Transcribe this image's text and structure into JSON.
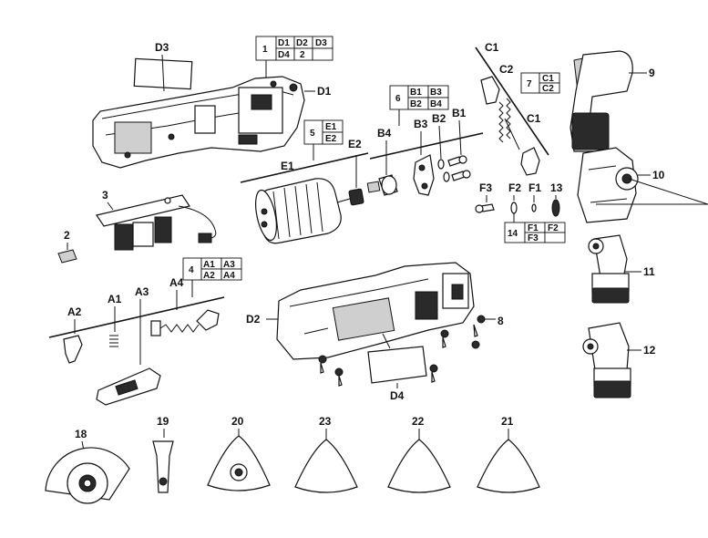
{
  "groups": {
    "d": {
      "label": "1",
      "cells": [
        [
          "D1",
          "D2",
          "D3"
        ],
        [
          "D4",
          "2",
          ""
        ]
      ]
    },
    "e": {
      "label": "5",
      "cells": [
        [
          "E1"
        ],
        [
          "E2"
        ]
      ]
    },
    "b": {
      "label": "6",
      "cells": [
        [
          "B1",
          "B3"
        ],
        [
          "B2",
          "B4"
        ]
      ]
    },
    "c": {
      "label": "7",
      "cells": [
        [
          "C1"
        ],
        [
          "C2"
        ]
      ]
    },
    "a": {
      "label": "4",
      "cells": [
        [
          "A1",
          "A3"
        ],
        [
          "A2",
          "A4"
        ]
      ]
    },
    "f": {
      "label": "14",
      "cells": [
        [
          "F1",
          "F2"
        ],
        [
          "F3",
          ""
        ]
      ]
    }
  },
  "callouts": {
    "D3": "D3",
    "D1": "D1",
    "C1a": "C1",
    "C2": "C2",
    "C1b": "C1",
    "n9": "9",
    "n10": "10",
    "n11": "11",
    "n12": "12",
    "n13": "13",
    "B4": "B4",
    "B3": "B3",
    "B2": "B2",
    "B1": "B1",
    "E1": "E1",
    "E2": "E2",
    "n3": "3",
    "n2": "2",
    "F3": "F3",
    "F2": "F2",
    "F1": "F1",
    "A2": "A2",
    "A1": "A1",
    "A3": "A3",
    "A4": "A4",
    "D2": "D2",
    "n8": "8",
    "D4": "D4",
    "n18": "18",
    "n19": "19",
    "n20": "20",
    "n23": "23",
    "n22": "22",
    "n21": "21"
  }
}
